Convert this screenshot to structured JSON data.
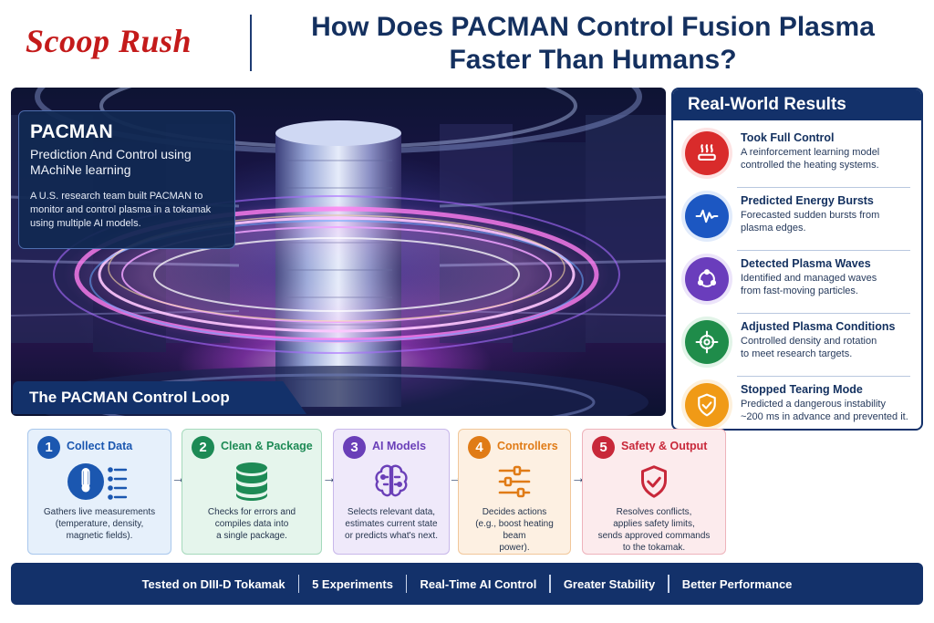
{
  "header": {
    "brand": "Scoop Rush",
    "headline_line1": "How Does PACMAN Control Fusion Plasma",
    "headline_line2": "Faster Than Humans?"
  },
  "pacman_card": {
    "title": "PACMAN",
    "expansion_line1": "Prediction And Control using",
    "expansion_line2": "MAchiNe learning",
    "desc_line1": "A U.S. research team built PACMAN to",
    "desc_line2": "monitor and control plasma in a tokamak",
    "desc_line3": "using multiple AI models."
  },
  "control_loop": {
    "title": "The PACMAN Control Loop",
    "steps": [
      {
        "number": "1",
        "label": "Collect Data",
        "icon": "thermometer-list-icon",
        "color": "#1b57b0",
        "bg": "#e6f0fb",
        "border": "#a8c7ec",
        "desc_lines": [
          "Gathers live measurements",
          "(temperature, density,",
          "magnetic fields)."
        ]
      },
      {
        "number": "2",
        "label": "Clean & Package",
        "icon": "database-icon",
        "color": "#1d8a55",
        "bg": "#e5f5ec",
        "border": "#a5d9bc",
        "desc_lines": [
          "Checks for errors and",
          "compiles data into",
          "a single package."
        ]
      },
      {
        "number": "3",
        "label": "AI Models",
        "icon": "brain-icon",
        "color": "#6a3fb8",
        "bg": "#efe9fa",
        "border": "#c8b7ea",
        "desc_lines": [
          "Selects relevant data,",
          "estimates current state",
          "or predicts what's next."
        ]
      },
      {
        "number": "4",
        "label": "Controllers",
        "icon": "sliders-icon",
        "color": "#e07b16",
        "bg": "#fdf0e2",
        "border": "#f1c79a",
        "desc_lines": [
          "Decides actions",
          "(e.g., boost heating beam",
          "power)."
        ]
      },
      {
        "number": "5",
        "label": "Safety & Output",
        "icon": "shield-check-icon",
        "color": "#c8283a",
        "bg": "#fcebed",
        "border": "#eeb3bb",
        "desc_lines": [
          "Resolves conflicts,",
          "applies safety limits,",
          "sends approved commands",
          "to the tokamak."
        ]
      }
    ]
  },
  "results": {
    "title": "Real-World Results",
    "items": [
      {
        "title": "Took Full Control",
        "icon": "heating-icon",
        "color": "#d92b2b",
        "bg": "#fde3e3",
        "desc_lines": [
          "A reinforcement learning model",
          "controlled the heating systems."
        ]
      },
      {
        "title": "Predicted Energy Bursts",
        "icon": "waveform-icon",
        "color": "#1c57c2",
        "bg": "#e1ebfb",
        "desc_lines": [
          "Forecasted sudden bursts from",
          "plasma edges."
        ]
      },
      {
        "title": "Detected Plasma Waves",
        "icon": "cycle-icon",
        "color": "#6a3dbc",
        "bg": "#ece4fa",
        "desc_lines": [
          "Identified and managed waves",
          "from fast-moving particles."
        ]
      },
      {
        "title": "Adjusted Plasma Conditions",
        "icon": "target-icon",
        "color": "#1f8c4a",
        "bg": "#e2f4e8",
        "desc_lines": [
          "Controlled density and rotation",
          "to meet research targets."
        ]
      },
      {
        "title": "Stopped Tearing Mode",
        "icon": "shield-check-icon",
        "color": "#f09a16",
        "bg": "#fdf0dc",
        "desc_lines": [
          "Predicted a dangerous instability",
          "~200 ms in advance and prevented it."
        ]
      }
    ]
  },
  "footer": {
    "items": [
      "Tested on DIII-D Tokamak",
      "5 Experiments",
      "Real-Time AI Control",
      "Greater Stability",
      "Better Performance"
    ]
  }
}
